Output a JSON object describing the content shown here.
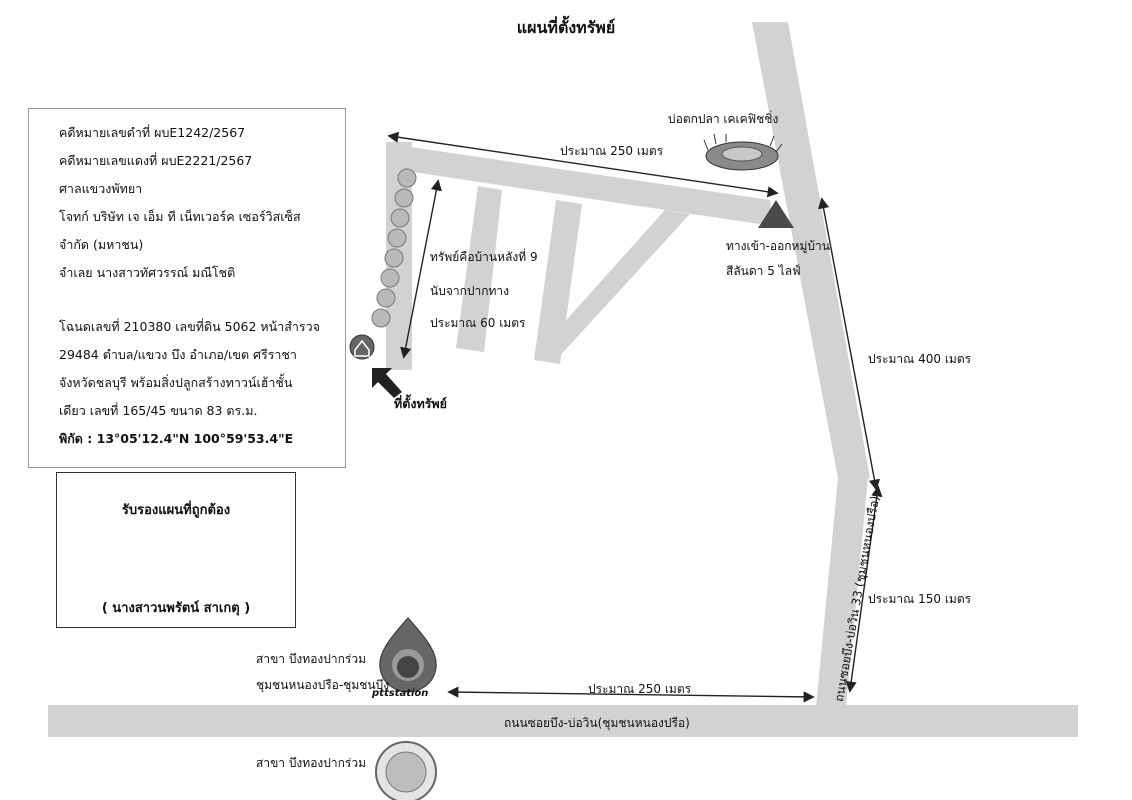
{
  "title": "แผนที่ตั้งทรัพย์",
  "info": {
    "lines": [
      "คดีหมายเลขดำที่ ผบE1242/2567",
      "คดีหมายเลขแดงที่ ผบE2221/2567",
      "ศาลแขวงพัทยา",
      "โจทก์ บริษัท เจ เอ็ม ที เน็ทเวอร์ค เซอร์วิสเซ็ส",
      "จำกัด (มหาชน)",
      "จำเลย  นางสาวทัศวรรณ์ มณีโชติ"
    ],
    "deed_lines": [
      "โฉนดเลขที่ 210380 เลขที่ดิน 5062 หน้าสำรวจ",
      "29484 ตำบล/แขวง บึง อำเภอ/เขต ศรีราชา",
      "จังหวัดชลบุรี พร้อมสิ่งปลูกสร้างทาวน์เฮ้าชั้น",
      "เดียว เลขที่ 165/45 ขนาด 83 ตร.ม."
    ],
    "coordinates": "พิกัด : 13°05'12.4\"N 100°59'53.4\"E"
  },
  "certification": {
    "title": "รับรองแผนที่ถูกต้อง",
    "name": "( นางสาวนพรัตน์ สาเกตุ )"
  },
  "labels": {
    "fishing_pond": "บ่อตกปลา เคเคฟิชชิ่ง",
    "distance_250_top": "ประมาณ 250 เมตร",
    "property_desc_1": "ทรัพย์คือบ้านหลังที่ 9",
    "property_desc_2": "นับจากปากทาง",
    "property_desc_3": "ประมาณ 60 เมตร",
    "village_entrance_1": "ทางเข้า-ออกหมู่บ้าน",
    "village_entrance_2": "สีลันดา 5 ไลฟ์",
    "property_location": "ที่ตั้งทรัพย์",
    "distance_400": "ประมาณ 400 เมตร",
    "distance_150": "ประมาณ 150 เมตร",
    "side_road": "ถนนซอยบึง-บ่อวิน 33 (ชุมชนหนองปรือ)",
    "ptt_branch_1": "สาขา บึงทองปากร่วม",
    "ptt_branch_2": "ชุมชนหนองปรือ-ชุมชนบึง",
    "ptt_logo_text": "pttstation",
    "distance_250_bottom": "ประมาณ 250 เมตร",
    "main_road": "ถนนซอยบึง-บ่อวิน(ชุมชนหนองปรือ)",
    "bottom_branch": "สาขา บึงทองปากร่วม"
  },
  "colors": {
    "road": "#d2d2d2",
    "marker": "#4a4a4a",
    "arrow": "#222222"
  },
  "icons": [
    "house-icon",
    "fishing-pond-icon",
    "triangle-marker-icon",
    "location-arrow-icon",
    "ptt-logo-icon",
    "seal-icon"
  ]
}
